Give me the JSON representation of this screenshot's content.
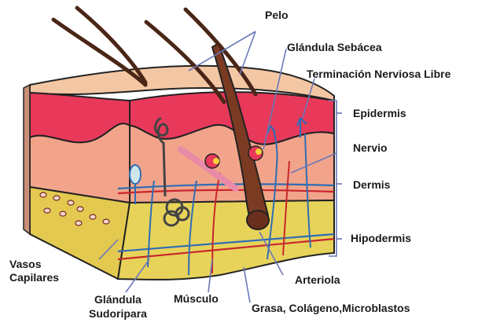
{
  "diagram": {
    "labels": {
      "pelo": "Pelo",
      "glandula_sebacea": "Glándula Sebácea",
      "terminacion": "Terminación Nerviosa Libre",
      "epidermis": "Epidermis",
      "nervio": "Nervio",
      "dermis": "Dermis",
      "hipodermis": "Hipodermis",
      "vasos_1": "Vasos",
      "vasos_2": "Capilares",
      "arteriola": "Arteriola",
      "glandula_sud_1": "Glándula",
      "glandula_sud_2": "Sudoripara",
      "musculo": "Músculo",
      "grasa": "Grasa, Colágeno,Microblastos"
    },
    "colors": {
      "top_surface": "#f4c7a4",
      "epidermis": "#e8395a",
      "dermis": "#f2a48a",
      "hypodermis": "#e8cf52",
      "side_face": "#d9cf72",
      "hair": "#4a2617",
      "outline": "#222222",
      "label_line": "#6a78b8",
      "vessel_blue": "#2f6db5",
      "vessel_red": "#c8262d"
    }
  }
}
